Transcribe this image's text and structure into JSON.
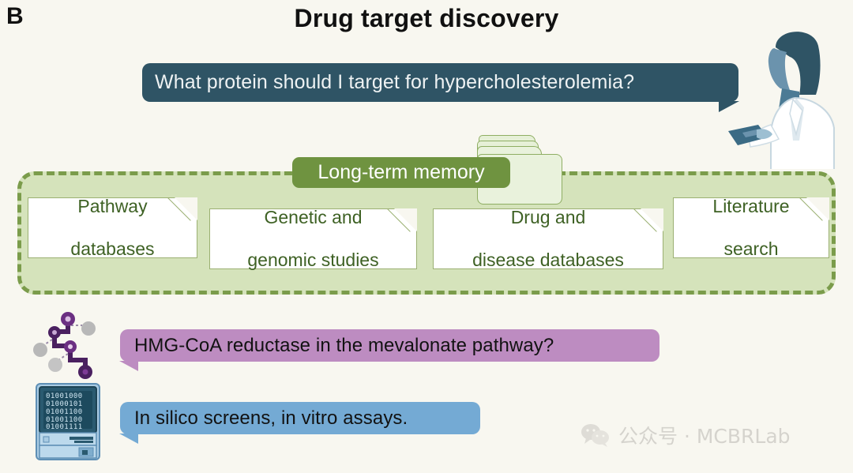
{
  "panel": {
    "letter": "B",
    "title": "Drug target discovery"
  },
  "background_color": "#f8f7f0",
  "conversation": [
    {
      "role": "user",
      "text": "What protein should I target for hypercholesterolemia?",
      "color": "#2f5465",
      "text_color": "#eef2f3",
      "tail": "bottom-right"
    },
    {
      "role": "agent-answer",
      "text": "HMG-CoA reductase in the mevalonate pathway?",
      "color": "#bd8cc1",
      "text_color": "#121212",
      "tail": "bottom-left"
    },
    {
      "role": "agent-method",
      "text": "In silico screens, in vitro assays.",
      "color": "#74aad4",
      "text_color": "#121212",
      "tail": "bottom-left"
    }
  ],
  "memory": {
    "label": "Long-term memory",
    "label_color": "#6f9340",
    "panel_fill": "#d5e3bb",
    "panel_border": "#7b9c4b",
    "folder_icon": "folder-icon",
    "cards": [
      {
        "line1": "Pathway",
        "line2": "databases"
      },
      {
        "line1": "Genetic and",
        "line2": "genomic studies"
      },
      {
        "line1": "Drug and",
        "line2": "disease databases"
      },
      {
        "line1": "Literature",
        "line2": "search"
      }
    ]
  },
  "icons": {
    "molecule": "molecule-network-icon",
    "computer": "retro-computer-icon",
    "scientist": "scientist-illustration",
    "wechat": "wechat-icon"
  },
  "computer_screen": {
    "binary_rows": [
      "01001000",
      "01000101",
      "01001100",
      "01001100",
      "01001111"
    ]
  },
  "watermark": {
    "text": "公众号 · MCBRLab",
    "color": "#b9b7b2"
  }
}
